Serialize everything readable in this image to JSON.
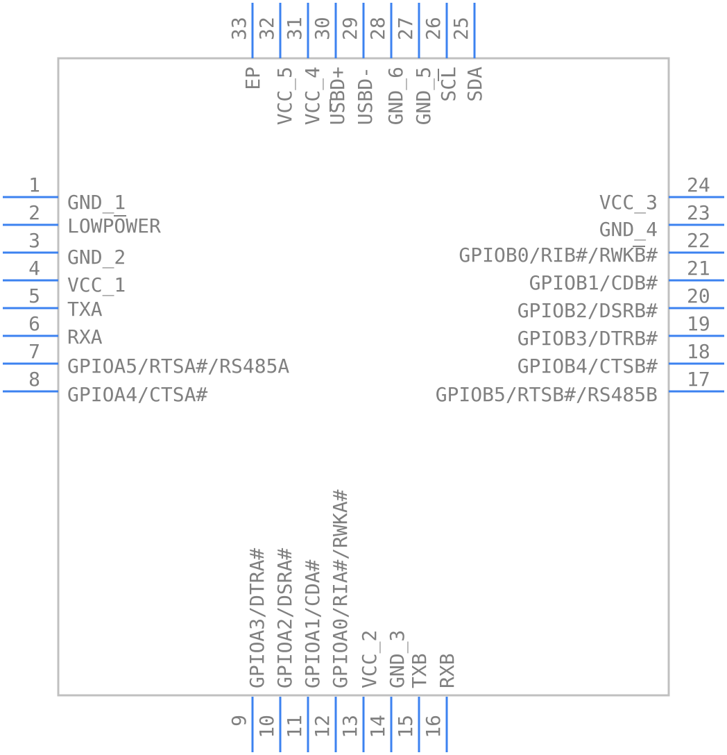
{
  "component": {
    "left_pins": [
      {
        "number": "1",
        "name": "GND_1"
      },
      {
        "number": "2",
        "name": "LOWPOWER"
      },
      {
        "number": "3",
        "name": "GND_2"
      },
      {
        "number": "4",
        "name": "VCC_1"
      },
      {
        "number": "5",
        "name": "TXA"
      },
      {
        "number": "6",
        "name": "RXA"
      },
      {
        "number": "7",
        "name": "GPIOA5/RTSA#/RS485A"
      },
      {
        "number": "8",
        "name": "GPIOA4/CTSA#"
      }
    ],
    "bottom_pins": [
      {
        "number": "9",
        "name": ""
      },
      {
        "number": "10",
        "name": "GPIOA3/DTRA#"
      },
      {
        "number": "11",
        "name": "GPIOA2/DSRA#"
      },
      {
        "number": "12",
        "name": "GPIOA1/CDA#"
      },
      {
        "number": "13",
        "name": "GPIOA0/RIA#/RWKA#"
      },
      {
        "number": "14",
        "name": "VCC_2"
      },
      {
        "number": "15",
        "name": "GND_3"
      },
      {
        "number": "16",
        "name": "TXB"
      },
      {
        "number": "",
        "name": "RXB"
      }
    ],
    "right_pins": [
      {
        "number": "17",
        "name": "GPIOB5/RTSB#/RS485B"
      },
      {
        "number": "18",
        "name": "GPIOB4/CTSB#"
      },
      {
        "number": "19",
        "name": "GPIOB3/DTRB#"
      },
      {
        "number": "20",
        "name": "GPIOB2/DSRB#"
      },
      {
        "number": "21",
        "name": "GPIOB1/CDB#"
      },
      {
        "number": "22",
        "name": "GPIOB0/RIB#/RWKB#"
      },
      {
        "number": "23",
        "name": "GND_4"
      },
      {
        "number": "24",
        "name": "VCC_3"
      }
    ],
    "top_pins": [
      {
        "number": "25",
        "name": "SDA"
      },
      {
        "number": "26",
        "name": "SCL"
      },
      {
        "number": "27",
        "name": "GND_5"
      },
      {
        "number": "28",
        "name": "GND_6"
      },
      {
        "number": "29",
        "name": "USBD-"
      },
      {
        "number": "30",
        "name": "USBD+"
      },
      {
        "number": "31",
        "name": "VCC_4"
      },
      {
        "number": "32",
        "name": "VCC_5"
      },
      {
        "number": "33",
        "name": "EP"
      }
    ]
  },
  "colors": {
    "pin_line": "#3c82f0",
    "text": "#808080",
    "body_outline": "#c0c0c0"
  }
}
